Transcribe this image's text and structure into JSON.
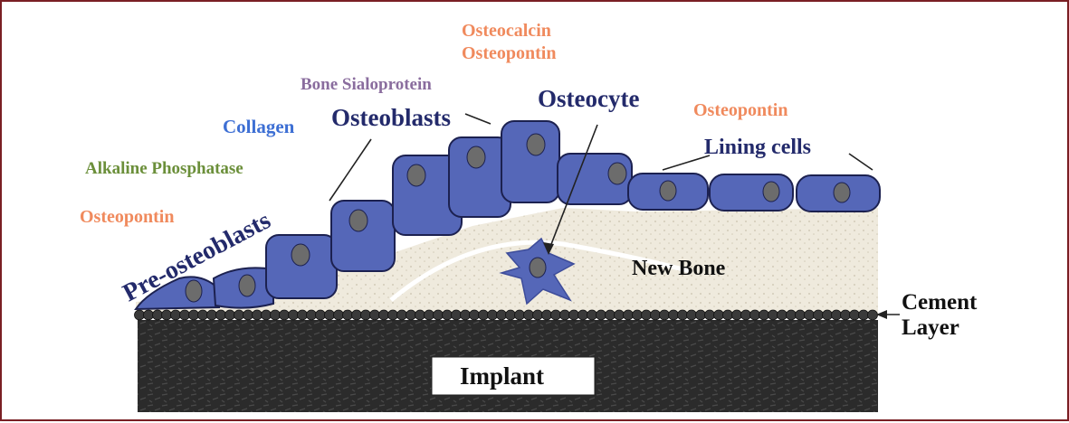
{
  "labels": {
    "osteocalcin": "Osteocalcin",
    "osteopontin_top": "Osteopontin",
    "bone_sialoprotein": "Bone Sialoprotein",
    "collagen": "Collagen",
    "osteoblasts": "Osteoblasts",
    "osteocyte": "Osteocyte",
    "osteopontin_right": "Osteopontin",
    "lining_cells": "Lining cells",
    "alkaline_phosphatase": "Alkaline Phosphatase",
    "osteopontin_left": "Osteopontin",
    "pre_osteoblasts": "Pre-osteoblasts",
    "new_bone": "New Bone",
    "cement_line1": "Cement",
    "cement_line2": "Layer",
    "implant": "Implant"
  },
  "colors": {
    "frame": "#7a1f24",
    "orange": "#f08a5d",
    "purple": "#8a6d9e",
    "blue_label": "#3d6fd4",
    "green": "#6b8f3a",
    "navy": "#232a6b",
    "cell_fill": "#5567b8",
    "cell_stroke": "#1c2150",
    "nucleus": "#6c6c6c",
    "bone": "#efeadd",
    "implant": "#2d2d2d"
  }
}
